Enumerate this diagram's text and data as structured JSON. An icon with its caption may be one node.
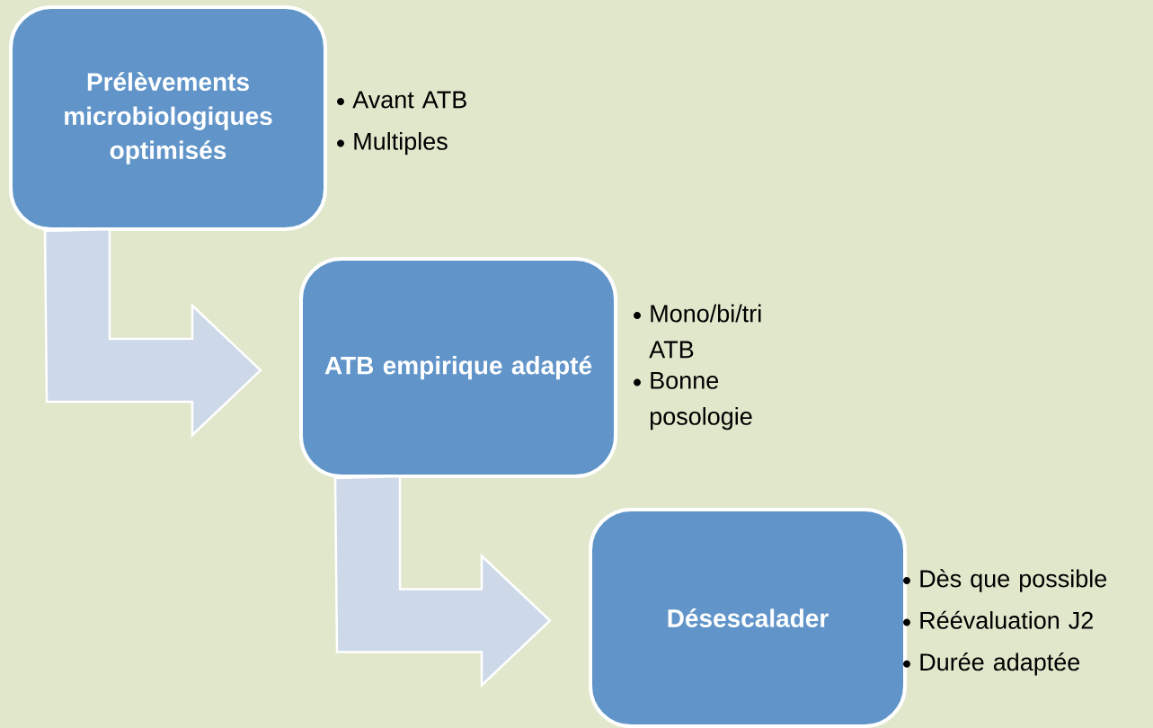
{
  "diagram": {
    "nodes": [
      {
        "text": [
          "Prélèvements microbiologiques optimisés"
        ],
        "beside": [
          "Avant ATB",
          "Multiples"
        ]
      },
      {
        "text": [
          "ATB empirique adapté"
        ],
        "beside": [
          "Mono/bi/tri ATB",
          "Bonne posologie"
        ]
      },
      {
        "text": [
          "Désescalader"
        ],
        "beside": [
          "Dès que possible",
          "Réévaluation J2",
          "Durée adaptée"
        ]
      }
    ],
    "edges": [
      {
        "from": 0,
        "to": 1,
        "arrow": "to"
      },
      {
        "from": 1,
        "to": 2,
        "arrow": "to"
      }
    ]
  }
}
